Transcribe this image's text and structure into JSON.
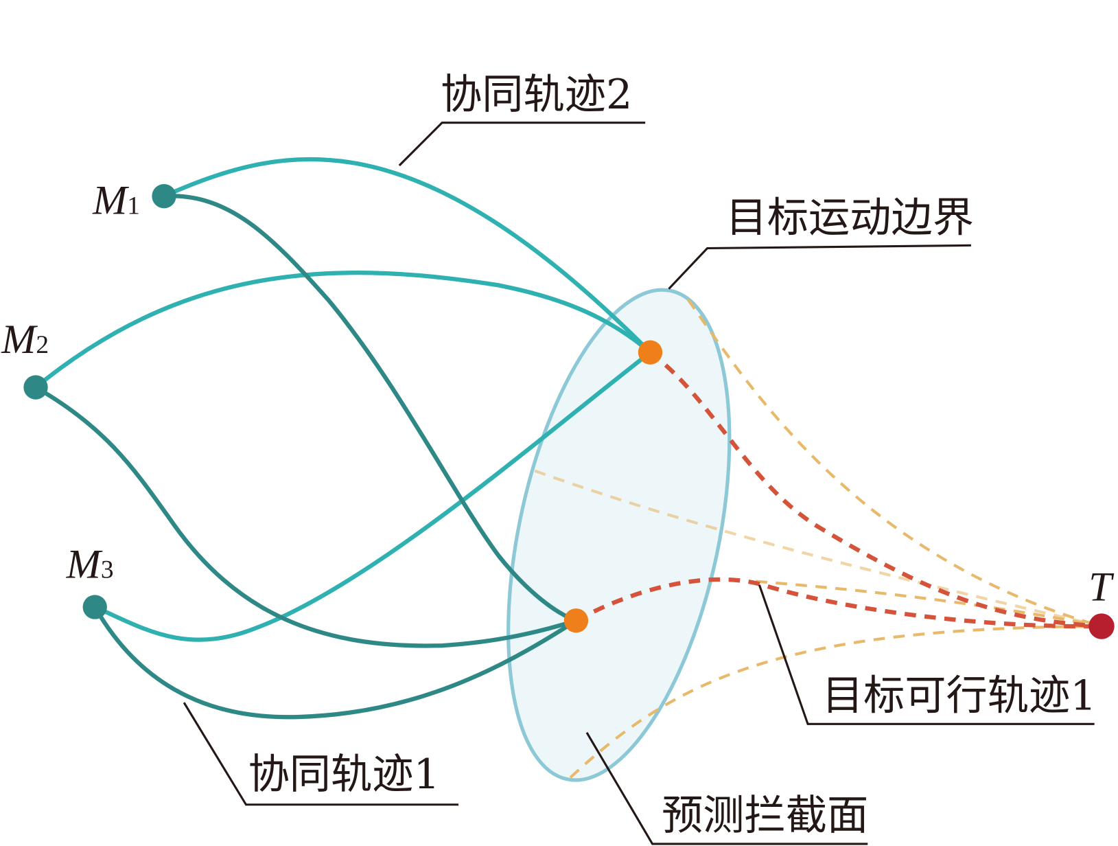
{
  "labels": {
    "coop_traj_2": "协同轨迹2",
    "coop_traj_1": "协同轨迹1",
    "target_motion_boundary": "目标运动边界",
    "target_feasible_traj_1": "目标可行轨迹1",
    "predicted_intercept_plane": "预测拦截面"
  },
  "nodes": {
    "m1": {
      "letter": "M",
      "sub": "1"
    },
    "m2": {
      "letter": "M",
      "sub": "2"
    },
    "m3": {
      "letter": "M",
      "sub": "3"
    },
    "t": {
      "letter": "T"
    }
  },
  "colors": {
    "coop_traj_2": "#2fb1b1",
    "coop_traj_1": "#2e8986",
    "target_traj": "#d4533a",
    "feasible_traj": "#e8b96a",
    "intercept_point": "#ef7f1a",
    "target": "#b71f2e",
    "plane_fill": "#edf6f9",
    "plane_stroke": "#8cc8d6"
  }
}
